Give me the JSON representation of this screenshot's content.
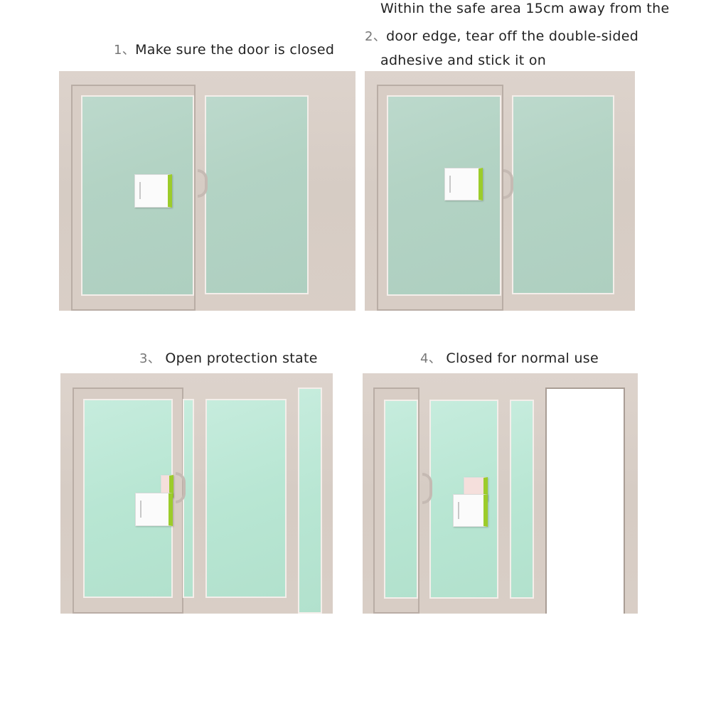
{
  "steps": [
    {
      "number": "1、",
      "text": "Make sure the door is closed"
    },
    {
      "number": "2、",
      "lines": [
        "Within the safe area 15cm away from the",
        "door edge, tear off the double-sided",
        "adhesive and stick it on"
      ]
    },
    {
      "number": "3、",
      "text": "Open protection state"
    },
    {
      "number": "4、",
      "text": "Closed for normal use"
    }
  ],
  "colors": {
    "frame": "#d8cdc5",
    "glass": "#b3d3c4",
    "lock_accent": "#9ccc2a"
  }
}
